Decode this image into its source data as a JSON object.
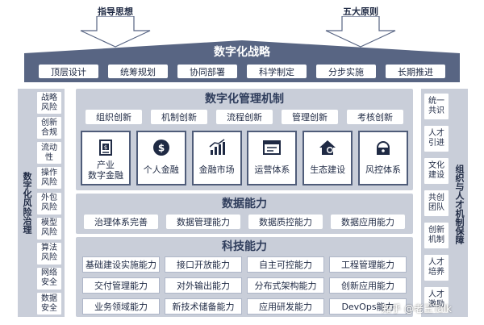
{
  "top": {
    "left_arrow_label": "指导思想",
    "right_arrow_label": "五大原则"
  },
  "strategy": {
    "title": "数字化战略",
    "items": [
      "顶层设计",
      "统筹规划",
      "协同部署",
      "科学制定",
      "分步实施",
      "长期推进"
    ]
  },
  "left_side": {
    "title": "数字化风险治理",
    "items": [
      "战略风险",
      "创新合规",
      "流动性",
      "操作风险",
      "外包风险",
      "模型风险",
      "算法风险",
      "网络安全",
      "数据安全"
    ]
  },
  "right_side": {
    "title": "组织与人才机制保障",
    "items": [
      "统一共识",
      "人才引进",
      "文化建设",
      "共创团队",
      "创新机制",
      "人才培养",
      "人才激励"
    ]
  },
  "management": {
    "title": "数字化管理机制",
    "items": [
      "组织创新",
      "机制创新",
      "流程创新",
      "管理创新",
      "考核创新"
    ],
    "cards": [
      {
        "label": "产业\n数字金融",
        "icon": "invoice-icon"
      },
      {
        "label": "个人金融",
        "icon": "dollar-coin-icon"
      },
      {
        "label": "金融市场",
        "icon": "bar-chart-icon"
      },
      {
        "label": "运营体系",
        "icon": "browser-window-icon"
      },
      {
        "label": "生态建设",
        "icon": "home-icon"
      },
      {
        "label": "风控体系",
        "icon": "shield-lock-icon"
      }
    ]
  },
  "data_capability": {
    "title": "数据能力",
    "items": [
      "治理体系完善",
      "数据管理能力",
      "数据质控能力",
      "数据应用能力"
    ]
  },
  "tech_capability": {
    "title": "科技能力",
    "rows": [
      [
        "基础建设实施能力",
        "接口开放能力",
        "自主可控能力",
        "工程管理能力"
      ],
      [
        "交付管理能力",
        "对外输出能力",
        "分布式架构能力",
        "创新应用能力"
      ],
      [
        "业务领域能力",
        "新技术储备能力",
        "应用研发能力",
        "DevOps能力"
      ]
    ]
  },
  "footer": {
    "zhihu": "知乎 @老王Talk"
  },
  "colors": {
    "navy": "#586583",
    "section_bg": "#c9ced9",
    "card_border": "#4f5c79"
  }
}
